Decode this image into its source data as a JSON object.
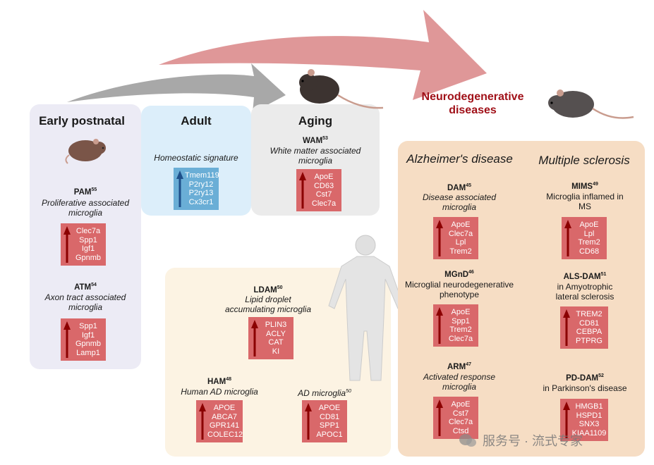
{
  "colors": {
    "red_box": "#d9686a",
    "blue_box": "#6aaed6",
    "arrow_red": "#8b0000",
    "arrow_blue": "#1e4f8a",
    "disease_title": "#a01018"
  },
  "stages": {
    "early": "Early postnatal",
    "adult": "Adult",
    "aging": "Aging",
    "disease": "Neurodegenerative diseases"
  },
  "sections": {
    "ad": "Alzheimer's disease",
    "ms": "Multiple sclerosis"
  },
  "cells": {
    "pam": {
      "name": "PAM",
      "ref": "55",
      "desc": "Proliferative associated microglia",
      "genes": [
        "Clec7a",
        "Spp1",
        "Igf1",
        "Gpnmb"
      ]
    },
    "atm": {
      "name": "ATM",
      "ref": "54",
      "desc": "Axon tract associated microglia",
      "genes": [
        "Spp1",
        "Igf1",
        "Gpnmb",
        "Lamp1"
      ]
    },
    "adult": {
      "desc": "Homeostatic signature",
      "genes": [
        "Tmem119",
        "P2ry12",
        "P2ry13",
        "Cx3cr1"
      ]
    },
    "wam": {
      "name": "WAM",
      "ref": "53",
      "desc": "White matter associated microglia",
      "genes": [
        "ApoE",
        "CD63",
        "Cst7",
        "Clec7a"
      ]
    },
    "ldam": {
      "name": "LDAM",
      "ref": "50",
      "desc": "Lipid droplet accumulating microglia",
      "genes": [
        "PLIN3",
        "ACLY",
        "CAT",
        "KI"
      ]
    },
    "ham": {
      "name": "HAM",
      "ref": "48",
      "desc": "Human AD microglia",
      "genes": [
        "APOE",
        "ABCA7",
        "GPR141",
        "COLEC12"
      ]
    },
    "admic": {
      "name": "AD microglia",
      "ref": "50",
      "genes": [
        "APOE",
        "CD81",
        "SPP1",
        "APOC1"
      ]
    },
    "dam": {
      "name": "DAM",
      "ref": "45",
      "desc": "Disease associated microglia",
      "genes": [
        "ApoE",
        "Clec7a",
        "Lpl",
        "Trem2"
      ]
    },
    "mgnd": {
      "name": "MGnD",
      "ref": "46",
      "desc": "Microglial neurodegenerative phenotype",
      "genes": [
        "ApoE",
        "Spp1",
        "Trem2",
        "Clec7a"
      ]
    },
    "arm": {
      "name": "ARM",
      "ref": "47",
      "desc": "Activated response microglia",
      "genes": [
        "ApoE",
        "Cst7",
        "Clec7a",
        "Ctsd"
      ]
    },
    "mims": {
      "name": "MIMS",
      "ref": "49",
      "desc": "Microglia inflamed in MS",
      "genes": [
        "ApoE",
        "Lpl",
        "Trem2",
        "CD68"
      ]
    },
    "alsdam": {
      "name": "ALS-DAM",
      "ref": "51",
      "desc": "in Amyotrophic lateral sclerosis",
      "genes": [
        "TREM2",
        "CD81",
        "CEBPA",
        "PTPRG"
      ]
    },
    "pddam": {
      "name": "PD-DAM",
      "ref": "52",
      "desc": "in Parkinson's disease",
      "genes": [
        "HMGB1",
        "HSPD1",
        "SNX3",
        "KIAA1109"
      ]
    }
  },
  "watermark": "服务号 · 流式专家"
}
